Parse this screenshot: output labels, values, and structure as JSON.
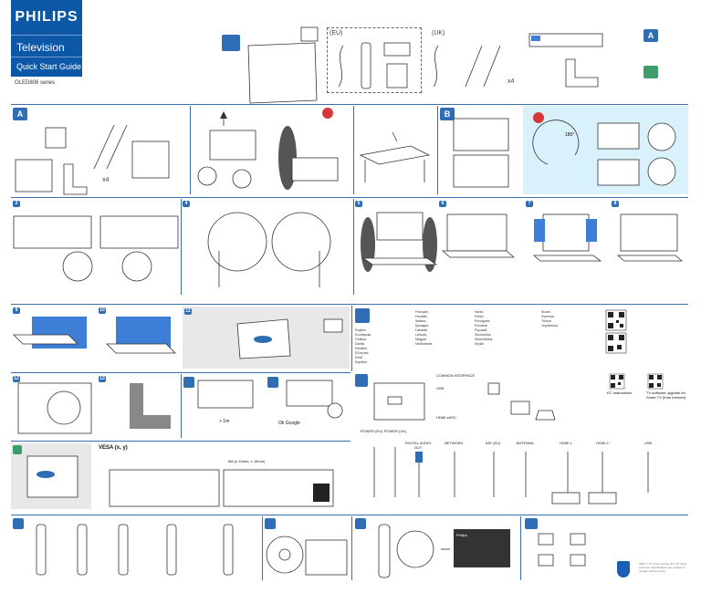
{
  "brand": {
    "logo": "PHILIPS",
    "product": "Television",
    "guide": "Quick Start Guide",
    "series": "OLED806 series"
  },
  "box_contents": {
    "region_eu": "(EU)",
    "region_uk": "(UK)",
    "screw_count_top": "x4"
  },
  "section_badges": {
    "a_top": "A",
    "b_top": "",
    "a_main": "A",
    "step_b": "B",
    "step_2": "2",
    "step_4": "4",
    "step_5": "5",
    "step_6": "6",
    "step_7": "7",
    "step_8": "8",
    "step_9": "9",
    "step_10": "10",
    "step_11": "11",
    "step_12": "12",
    "step_13": "13"
  },
  "stand_assembly": {
    "screw_count": "x4"
  },
  "rotation": {
    "angle": "180°"
  },
  "setup": {
    "distance_label": "> 1m",
    "google_text": "Ok Google"
  },
  "vesa": {
    "title": "VESA (x, y)",
    "screw_spec": "M6 (≥ 10mm, ≤ 15mm)"
  },
  "connections": {
    "common_interface": "COMMON INTERFACE",
    "usb": "USB",
    "hdmi_eARC": "HDMI eARC",
    "power_eu": "POWER (EU)",
    "power_uk": "POWER (UK)",
    "digital_audio_out": "DIGITAL AUDIO OUT",
    "network": "NETWORK",
    "sat": "SAT (EU)",
    "antenna": "ANTENNA",
    "hdmi1": "HDMI 1",
    "hdmi2": "HDMI 2",
    "usb_port": "USB"
  },
  "qr": {
    "ec_label": "EC Instructions",
    "upgrade_label": "TV software upgrade for Smart TV (from internet)"
  },
  "languages": {
    "col1": [
      "English",
      "Български",
      "Čeština",
      "Dansk",
      "Deutsch",
      "Ελληνικά",
      "Eesti",
      "Español"
    ],
    "col2": [
      "Français",
      "Hrvatski",
      "Italiano",
      "Қазақша",
      "Latviešu",
      "Lietuvių",
      "Magyar",
      "Nederlands"
    ],
    "col3": [
      "Norsk",
      "Polski",
      "Português",
      "Română",
      "Русский",
      "Slovenčina",
      "Slovenščina",
      "Srpski"
    ],
    "col4": [
      "Suomi",
      "Svenska",
      "Türkçe",
      "Українська"
    ]
  },
  "remote_section": {
    "screen_title": "Philips"
  },
  "footer": {
    "note": "2021 © TP Vision Europe B.V. All rights reserved. Specifications are subject to change without notice."
  }
}
